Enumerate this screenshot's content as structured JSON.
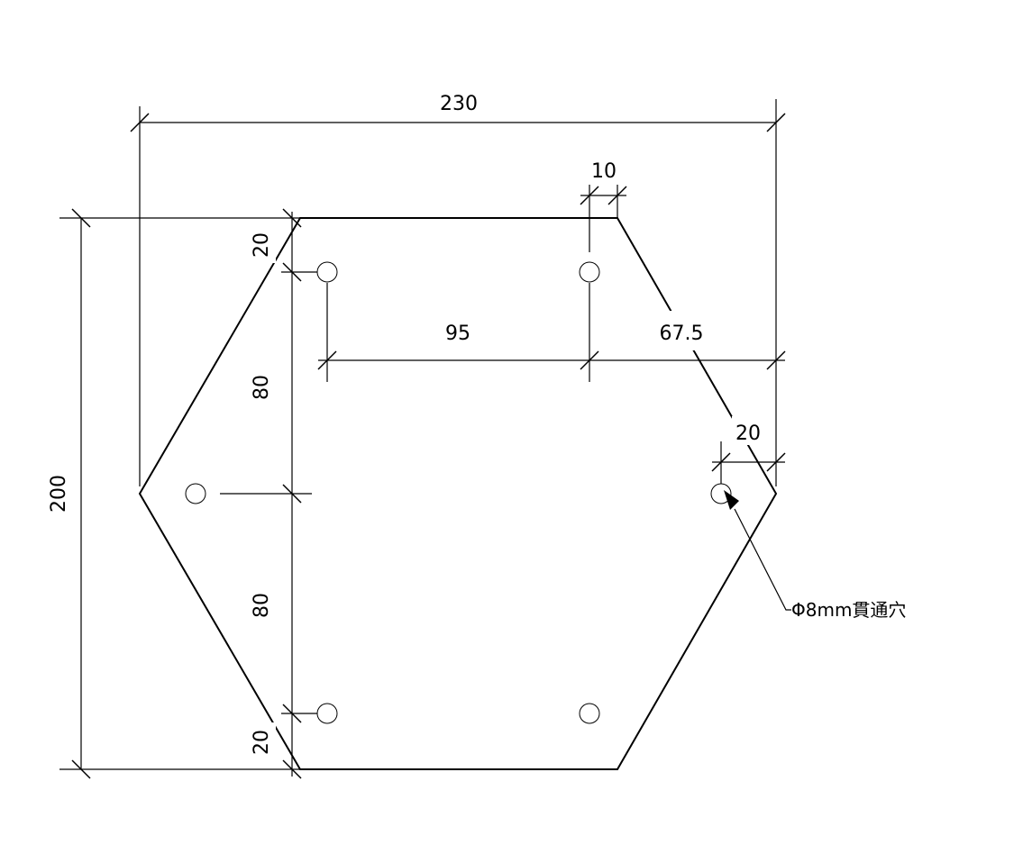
{
  "dimensions": {
    "overall_width": "230",
    "chamfer_offset": "10",
    "hole_spacing_horizontal": "95",
    "slant_edge_length": "67.5",
    "hole_edge_offset": "20",
    "overall_height": "200",
    "top_hole_offset": "20",
    "upper_hole_spacing": "80",
    "lower_hole_spacing": "80",
    "bottom_hole_offset": "20"
  },
  "annotations": {
    "hole_callout": "Φ8mm貫通穴"
  },
  "holes": {
    "count": 6,
    "diameter_mm": 8
  },
  "colors": {
    "line": "#000000",
    "background": "#ffffff"
  }
}
